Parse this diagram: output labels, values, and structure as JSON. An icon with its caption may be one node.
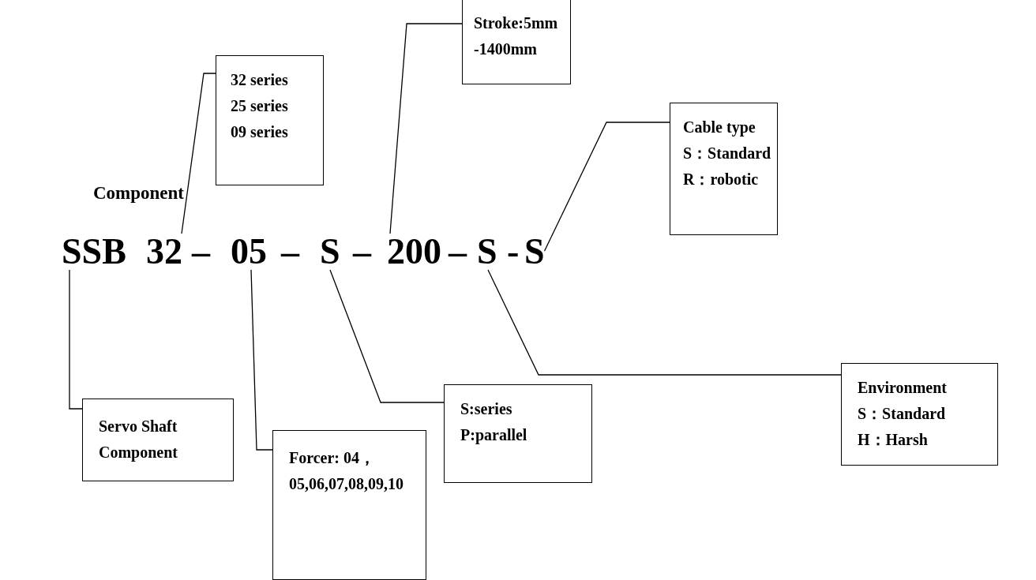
{
  "diagram": {
    "nodes": [
      {
        "text": [
          "SSB"
        ]
      },
      {
        "text": [
          "32"
        ]
      },
      {
        "text": [
          "05"
        ]
      },
      {
        "text": [
          "S"
        ]
      },
      {
        "text": [
          "200"
        ]
      },
      {
        "text": [
          "S"
        ]
      },
      {
        "text": [
          "S"
        ]
      },
      {
        "text": [
          "Servo Shaft Component"
        ]
      },
      {
        "text": [
          "32 series",
          "25 series",
          "09 series"
        ]
      },
      {
        "text": [
          "Stroke:5mm -1400mm"
        ]
      },
      {
        "text": [
          "Cable type",
          "S：Standard",
          "R：robotic"
        ]
      },
      {
        "text": [
          "Environment",
          "S：Standard",
          "H：Harsh"
        ]
      },
      {
        "text": [
          "S:series",
          "P:parallel"
        ]
      },
      {
        "text": [
          "Forcer: 04，05,06,07,08,09,10"
        ]
      }
    ],
    "edges": [
      {
        "from": 0,
        "to": 7,
        "arrow": "none"
      },
      {
        "from": 1,
        "to": 8,
        "arrow": "none"
      },
      {
        "from": 2,
        "to": 13,
        "arrow": "none"
      },
      {
        "from": 3,
        "to": 12,
        "arrow": "none"
      },
      {
        "from": 4,
        "to": 9,
        "arrow": "none"
      },
      {
        "from": 5,
        "to": 11,
        "arrow": "none"
      },
      {
        "from": 6,
        "to": 10,
        "arrow": "none"
      }
    ],
    "labels": [
      "Component",
      "–",
      "–",
      "–",
      "–",
      "-"
    ]
  }
}
